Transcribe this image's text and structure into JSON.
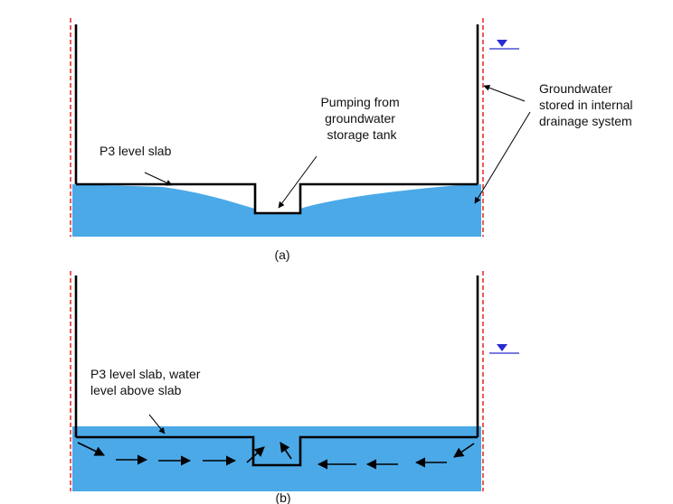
{
  "colors": {
    "water": "#4ba9e8",
    "wall": "#000000",
    "dashed_line": "#e8322e",
    "water_level_marker": "#2a2ad0"
  },
  "panel_a": {
    "caption": "(a)",
    "slab_label": "P3 level slab",
    "pump_label_lines": [
      "Pumping from",
      "groundwater",
      "storage tank"
    ],
    "groundwater_label_lines": [
      "Groundwater",
      "stored in internal",
      "drainage system"
    ]
  },
  "panel_b": {
    "caption": "(b)",
    "slab_label_lines": [
      "P3 level slab, water",
      "level above slab"
    ]
  }
}
